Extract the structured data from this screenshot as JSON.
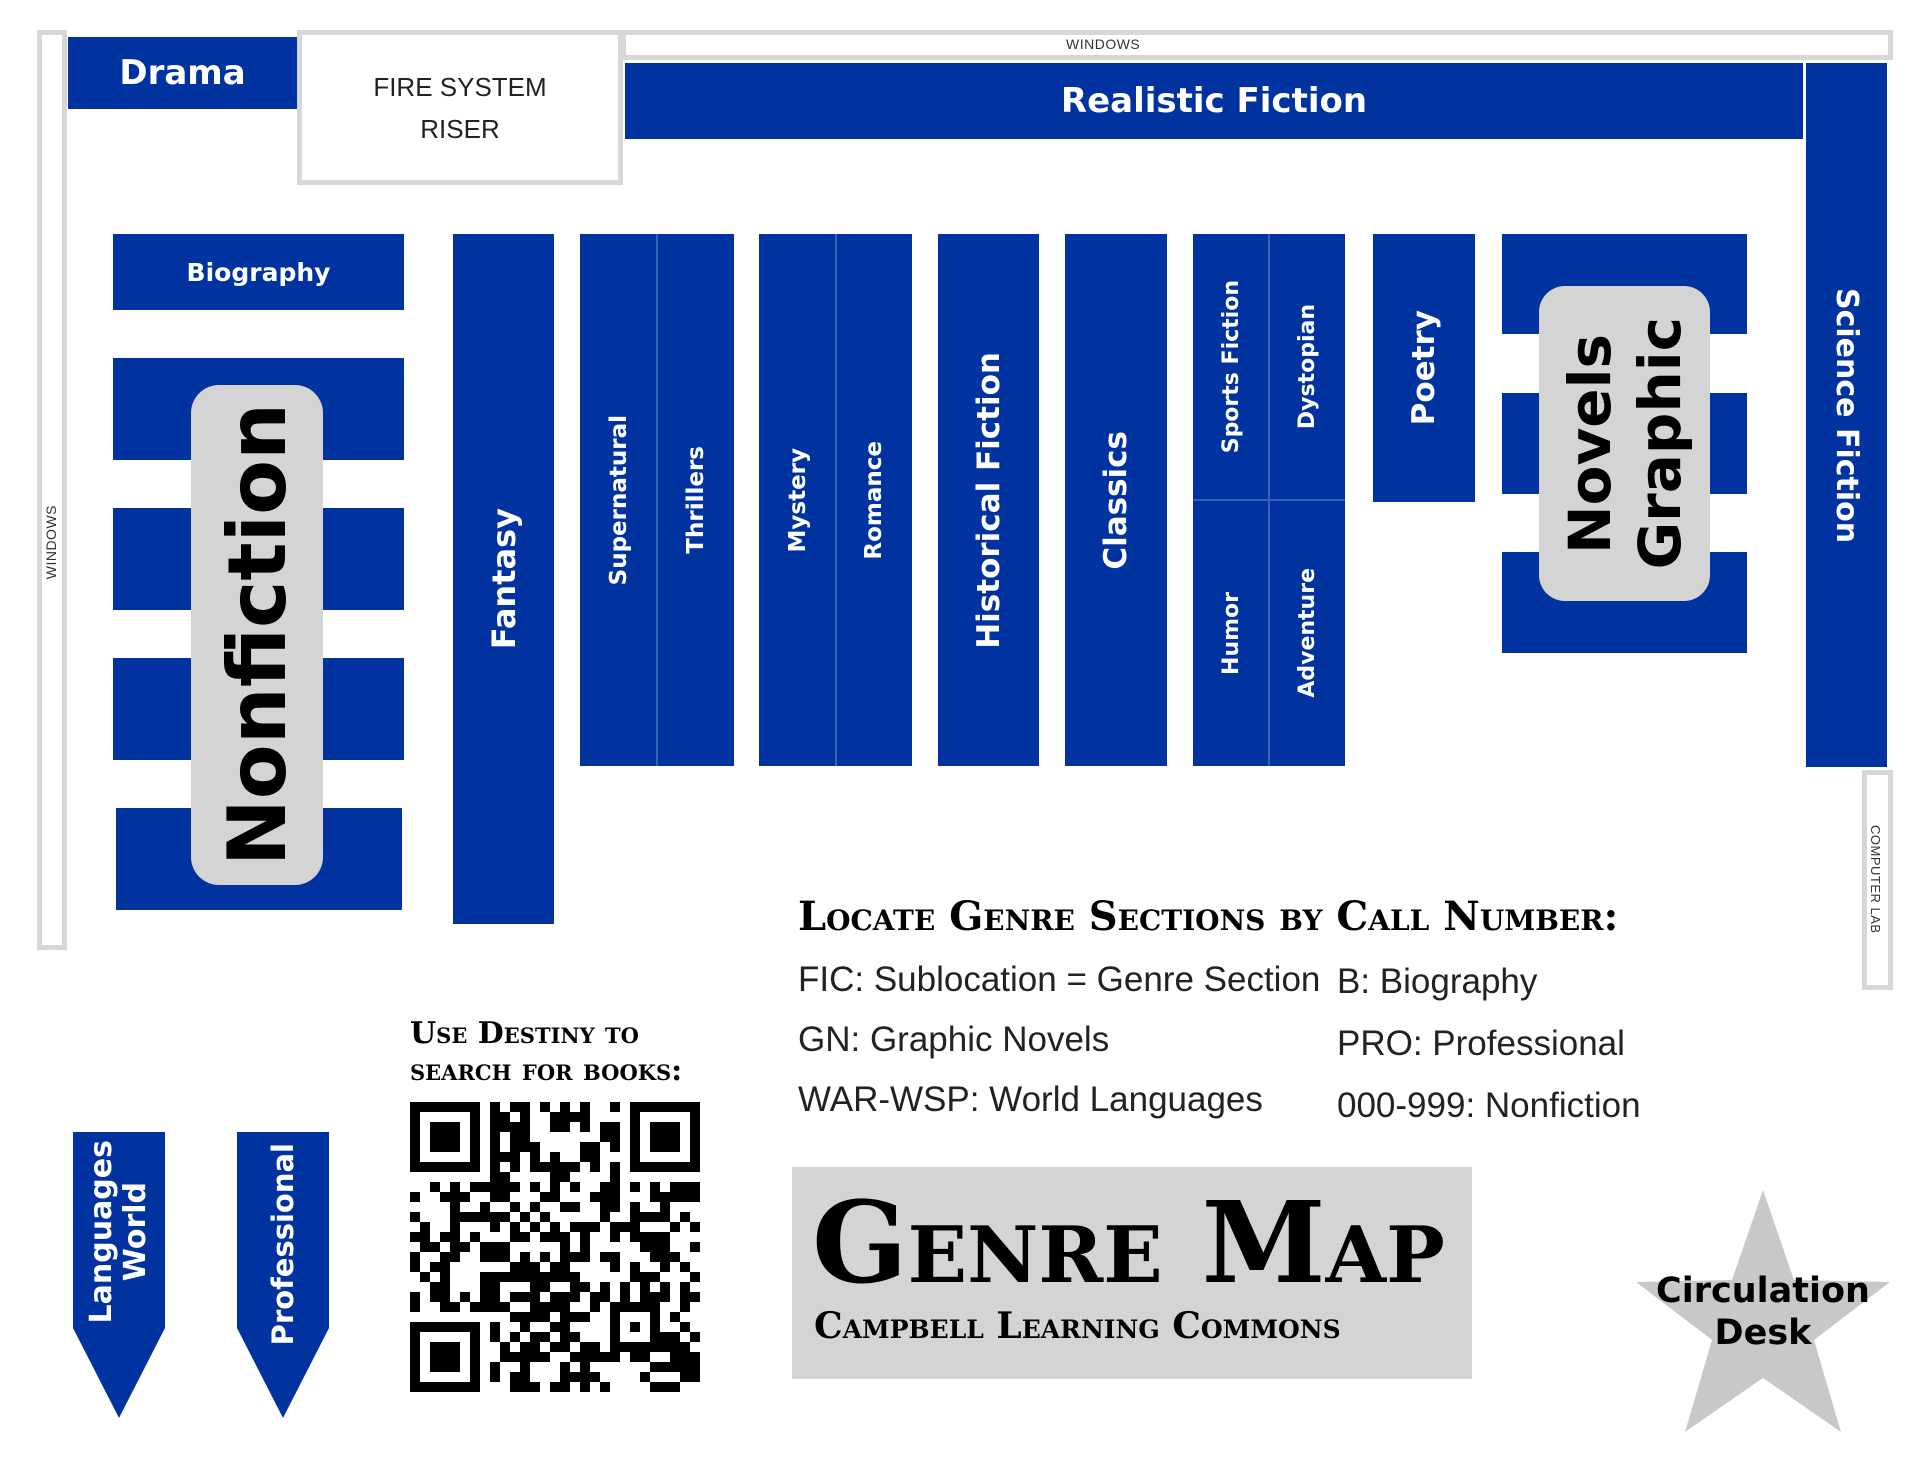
{
  "colors": {
    "shelf": "#0033a0",
    "wall": "#d7d7d7",
    "panel": "#d4d4d4",
    "star": "#c8c8c8"
  },
  "walls": {
    "windows_top": "WINDOWS",
    "windows_left": "WINDOWS",
    "computer_lab": "COMPUTER LAB"
  },
  "fixtures": {
    "fire_system_line1": "FIRE SYSTEM",
    "fire_system_line2": "RISER"
  },
  "sections": {
    "drama": "Drama",
    "realistic_fiction": "Realistic Fiction",
    "science_fiction": "Science Fiction",
    "biography": "Biography",
    "nonfiction": "Nonfiction",
    "fantasy": "Fantasy",
    "supernatural": "Supernatural",
    "thrillers": "Thrillers",
    "mystery": "Mystery",
    "romance": "Romance",
    "historical_fiction": "Historical Fiction",
    "classics": "Classics",
    "sports_fiction": "Sports Fiction",
    "dystopian": "Dystopian",
    "humor": "Humor",
    "adventure": "Adventure",
    "poetry": "Poetry",
    "graphic_line1": "Graphic",
    "graphic_line2": "Novels",
    "world_line1": "World",
    "world_line2": "Languages",
    "professional": "Professional"
  },
  "key": {
    "heading": "Locate Genre Sections by Call Number:",
    "left": [
      "FIC: Sublocation = Genre Section",
      "GN: Graphic Novels",
      "WAR-WSP: World Languages"
    ],
    "right": [
      "B: Biography",
      "PRO: Professional",
      "000-999: Nonfiction"
    ]
  },
  "destiny": {
    "line1": "Use Destiny to",
    "line2": "search for books:",
    "qr_icon": "qr-code-icon"
  },
  "title": {
    "main": "Genre Map",
    "sub": "Campbell Learning Commons"
  },
  "circulation": {
    "line1": "Circulation",
    "line2": "Desk",
    "icon": "star-icon"
  }
}
